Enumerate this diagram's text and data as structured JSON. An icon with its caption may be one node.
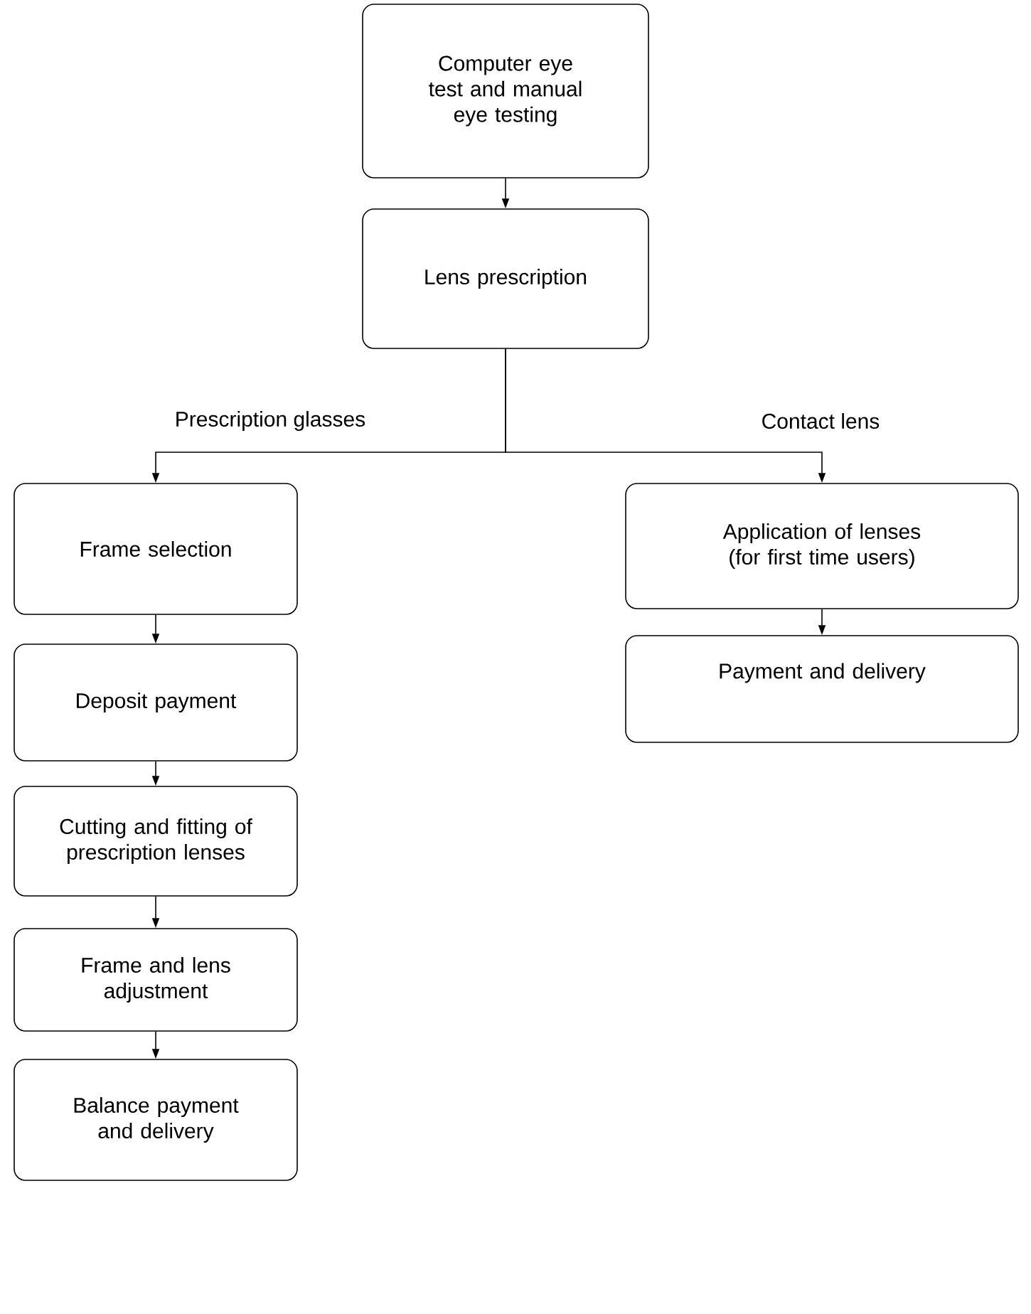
{
  "diagram": {
    "nodes": [
      {
        "text": [
          "Computer eye test and manual eye testing"
        ]
      },
      {
        "text": [
          "Lens prescription"
        ]
      },
      {
        "text": [
          "Frame selection"
        ]
      },
      {
        "text": [
          "Deposit payment"
        ]
      },
      {
        "text": [
          "Cutting and fitting of prescription lenses"
        ]
      },
      {
        "text": [
          "Frame and lens adjustment"
        ]
      },
      {
        "text": [
          "Balance payment and delivery"
        ]
      },
      {
        "text": [
          "Application of lenses (for first time users)"
        ]
      },
      {
        "text": [
          "Payment and delivery"
        ]
      }
    ],
    "edges": [
      {
        "from": 0,
        "to": 1,
        "arrow": "to"
      },
      {
        "from": 1,
        "to": 2,
        "arrow": "to",
        "label": "Prescription glasses"
      },
      {
        "from": 1,
        "to": 7,
        "arrow": "to",
        "label": "Contact lens"
      },
      {
        "from": 2,
        "to": 3,
        "arrow": "to"
      },
      {
        "from": 3,
        "to": 4,
        "arrow": "to"
      },
      {
        "from": 4,
        "to": 5,
        "arrow": "to"
      },
      {
        "from": 5,
        "to": 6,
        "arrow": "to"
      },
      {
        "from": 7,
        "to": 8,
        "arrow": "to"
      }
    ]
  }
}
